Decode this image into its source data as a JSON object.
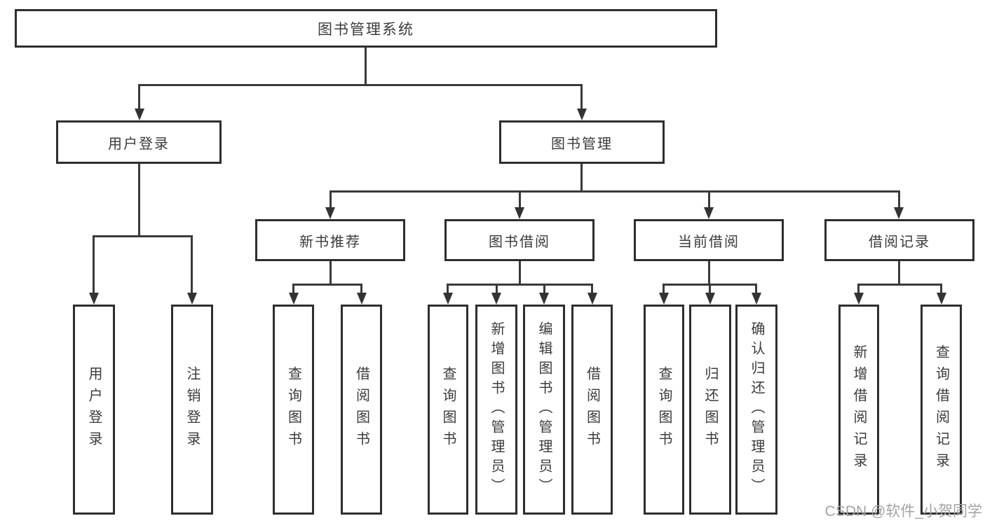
{
  "diagram_title": "图书管理系统",
  "colors": {
    "background": "#ffffff",
    "box_border": "#2e2e2e",
    "line": "#3a3a3a",
    "text": "#3b3b3b",
    "watermark": "#a3a3a3"
  },
  "nodes": {
    "root": {
      "label": "图书管理系统"
    },
    "user_login": {
      "label": "用户登录"
    },
    "book_mgmt": {
      "label": "图书管理"
    },
    "new_book_rec": {
      "label": "新书推荐"
    },
    "book_borrow": {
      "label": "图书借阅"
    },
    "current_borrow": {
      "label": "当前借阅"
    },
    "borrow_records": {
      "label": "借阅记录"
    },
    "leaf_user_login": {
      "label": "用户登录"
    },
    "leaf_logout": {
      "label": "注销登录"
    },
    "leaf_query_book_1": {
      "label": "查询图书"
    },
    "leaf_borrow_book_1": {
      "label": "借阅图书"
    },
    "leaf_query_book_2": {
      "label": "查询图书"
    },
    "leaf_add_book": {
      "label": "新增图书（管理员）"
    },
    "leaf_edit_book": {
      "label": "编辑图书（管理员）"
    },
    "leaf_borrow_book_2": {
      "label": "借阅图书"
    },
    "leaf_query_book_3": {
      "label": "查询图书"
    },
    "leaf_return_book": {
      "label": "归还图书"
    },
    "leaf_confirm_return": {
      "label": "确认归还（管理员）"
    },
    "leaf_add_record": {
      "label": "新增借阅记录"
    },
    "leaf_query_record": {
      "label": "查询借阅记录"
    }
  },
  "hierarchy": {
    "图书管理系统": [
      "用户登录",
      "图书管理"
    ],
    "用户登录": [
      "用户登录",
      "注销登录"
    ],
    "图书管理": [
      "新书推荐",
      "图书借阅",
      "当前借阅",
      "借阅记录"
    ],
    "新书推荐": [
      "查询图书",
      "借阅图书"
    ],
    "图书借阅": [
      "查询图书",
      "新增图书（管理员）",
      "编辑图书（管理员）",
      "借阅图书"
    ],
    "当前借阅": [
      "查询图书",
      "归还图书",
      "确认归还（管理员）"
    ],
    "借阅记录": [
      "新增借阅记录",
      "查询借阅记录"
    ]
  },
  "watermark": "CSDN @软件_小贺同学"
}
